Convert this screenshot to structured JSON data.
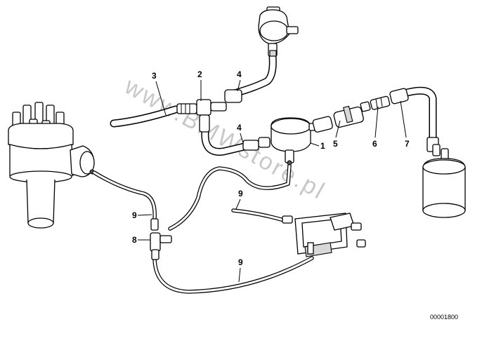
{
  "diagram": {
    "watermark": "www.BMWstore.pl",
    "diagram_code": "00001800",
    "callouts": {
      "c1": "1",
      "c2": "2",
      "c3": "3",
      "c4a": "4",
      "c4b": "4",
      "c5": "5",
      "c6": "6",
      "c7": "7",
      "c8": "8",
      "c9a": "9",
      "c9b": "9",
      "c9c": "9"
    }
  }
}
